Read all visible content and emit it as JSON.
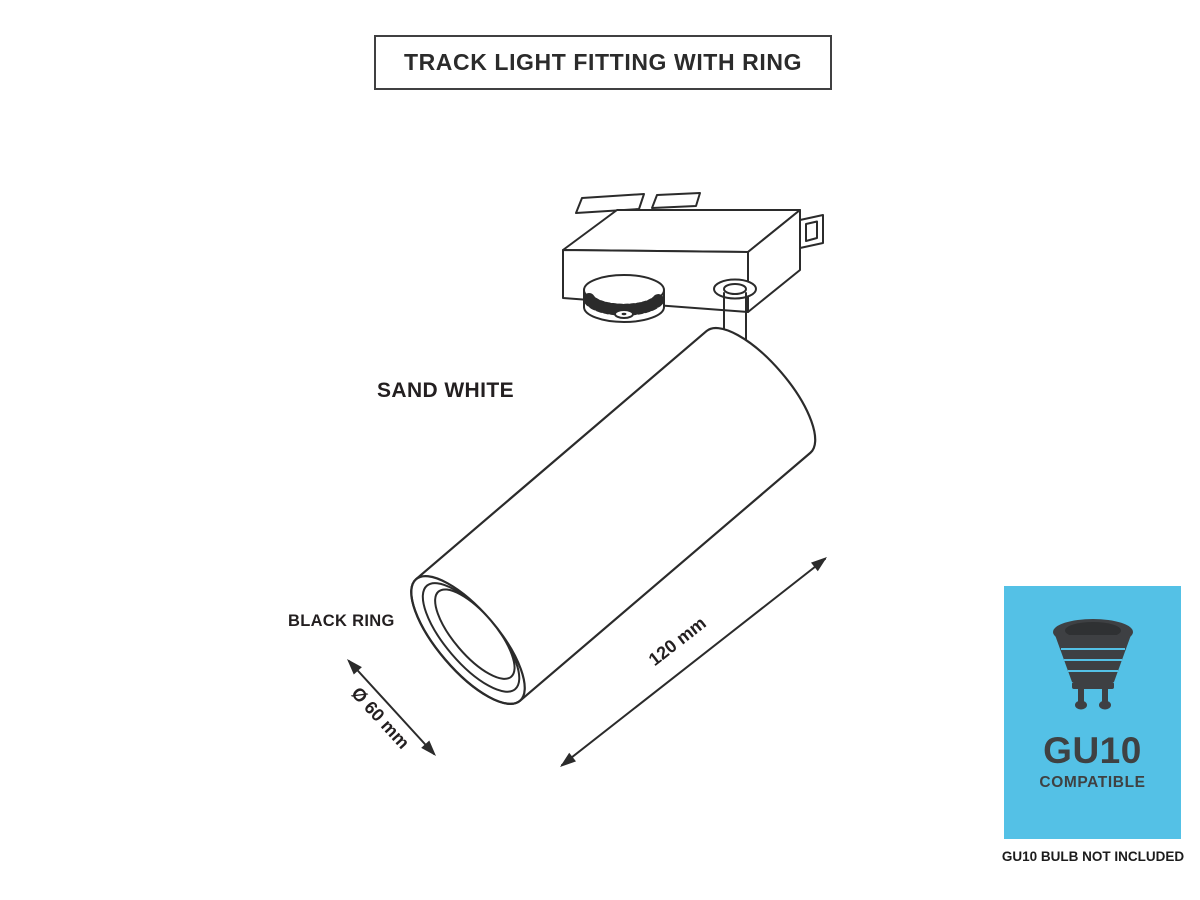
{
  "title": "TRACK LIGHT FITTING WITH RING",
  "diagram": {
    "body_finish_label": "SAND WHITE",
    "ring_label": "BLACK RING",
    "diameter_dimension": "Ø 60 mm",
    "length_dimension": "120 mm"
  },
  "badge": {
    "model": "GU10",
    "compatibility": "COMPATIBLE",
    "background_color": "#54c1e6",
    "text_color": "#3f4142"
  },
  "note": "GU10 BULB NOT INCLUDED",
  "colors": {
    "line": "#2b2b2b",
    "text": "#231f20",
    "background": "#ffffff"
  }
}
